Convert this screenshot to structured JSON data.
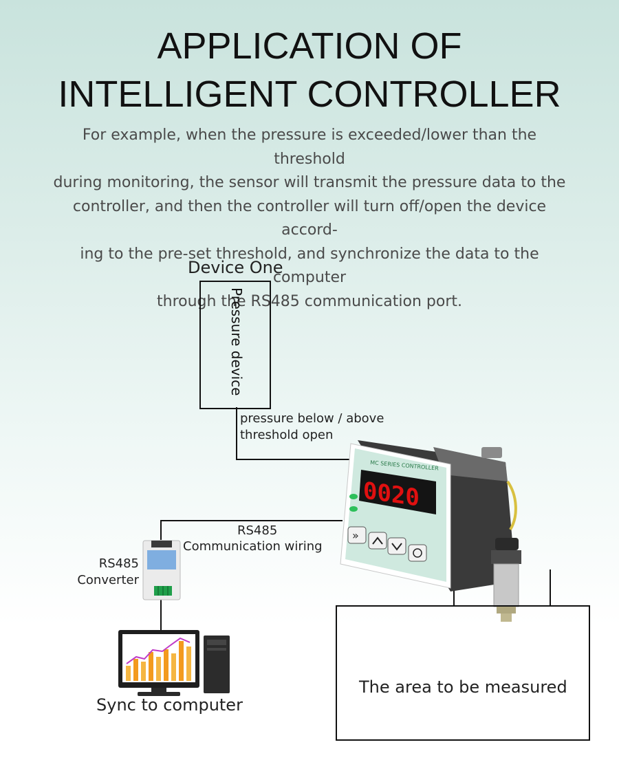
{
  "header": {
    "title_line1": "APPLICATION OF",
    "title_line2": "INTELLIGENT CONTROLLER",
    "description_lines": [
      "For example, when the pressure is exceeded/lower than the threshold",
      "during monitoring, the sensor will transmit the pressure data to the",
      "controller, and then the controller will turn off/open the device accord-",
      "ing to the pre-set threshold, and synchronize the data to the computer",
      "through the RS485 communication port."
    ]
  },
  "device_one": {
    "heading": "Device One",
    "box_label": "Pressure device",
    "signal_line1": "pressure below / above",
    "signal_line2": "threshold open"
  },
  "controller": {
    "brand_text": "MC SERIES CONTROLLER",
    "display_value": "0020",
    "display_color": "#e01010",
    "panel_color": "#cfe9df"
  },
  "rs485_link": {
    "line1": "RS485",
    "line2": "Communication wiring"
  },
  "converter": {
    "line1": "RS485",
    "line2": "Converter"
  },
  "computer": {
    "label": "Sync to computer",
    "bar_colors": [
      "#f39a1e",
      "#f5b642"
    ],
    "trend_color": "#c03cc8"
  },
  "measure_area": {
    "label": "The area to be measured"
  }
}
